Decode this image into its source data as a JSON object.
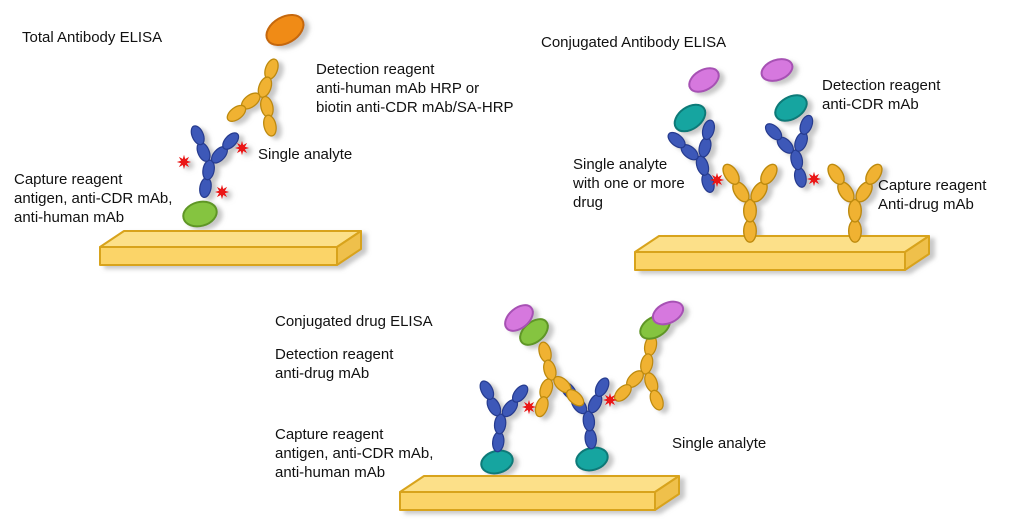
{
  "colors": {
    "yellow_antibody": "#F0B232",
    "blue_antibody": "#3D59B8",
    "hrp_orange": "#F08B16",
    "antigen_green": "#85C440",
    "drug_teal": "#18A5A0",
    "conjugate_magenta": "#D678DE",
    "analyte_red": "#EA1515",
    "plate_yellow": "#FBD468"
  },
  "panels": {
    "total": {
      "title": "Total Antibody ELISA",
      "detection_label": "Detection reagent\nanti-human mAb HRP or\nbiotin anti-CDR mAb/SA-HRP",
      "analyte_label": "Single analyte",
      "capture_label": "Capture reagent\nantigen, anti-CDR mAb,\nanti-human mAb"
    },
    "conjugated_antibody": {
      "title": "Conjugated Antibody ELISA",
      "detection_label": "Detection reagent\nanti-CDR mAb",
      "analyte_label": "Single analyte\nwith one or more\ndrug",
      "capture_label": "Capture reagent\nAnti-drug mAb"
    },
    "conjugated_drug": {
      "title": "Conjugated drug ELISA",
      "detection_label": "Detection reagent\nanti-drug mAb",
      "capture_label": "Capture reagent\nantigen, anti-CDR mAb,\nanti-human mAb",
      "analyte_label": "Single analyte"
    }
  }
}
